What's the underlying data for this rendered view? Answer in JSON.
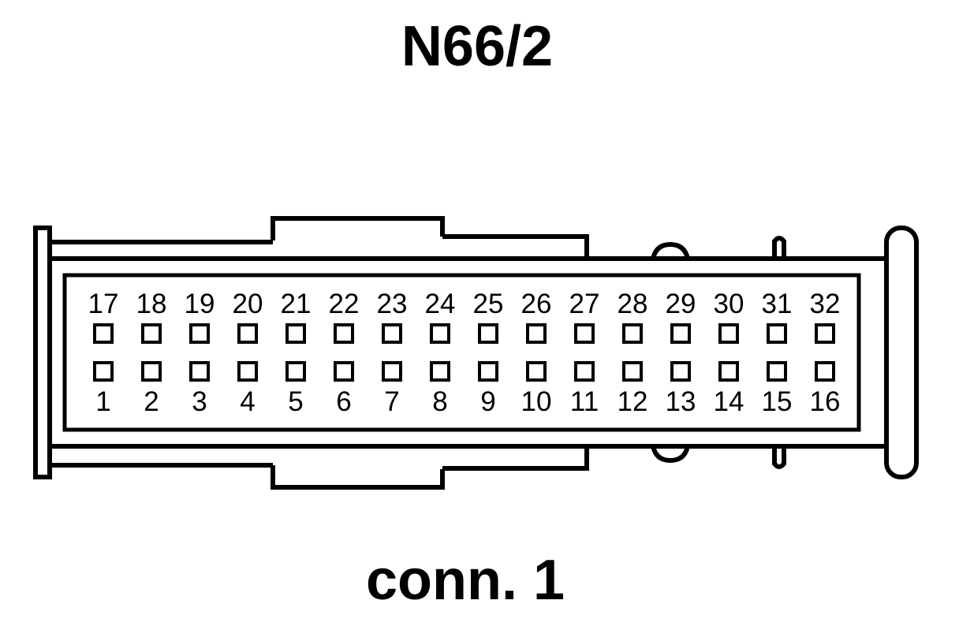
{
  "title": "N66/2",
  "subtitle": "conn. 1",
  "top_row_pins": [
    "17",
    "18",
    "19",
    "20",
    "21",
    "22",
    "23",
    "24",
    "25",
    "26",
    "27",
    "28",
    "29",
    "30",
    "31",
    "32"
  ],
  "bottom_row_pins": [
    "1",
    "2",
    "3",
    "4",
    "5",
    "6",
    "7",
    "8",
    "9",
    "10",
    "11",
    "12",
    "13",
    "14",
    "15",
    "16"
  ]
}
